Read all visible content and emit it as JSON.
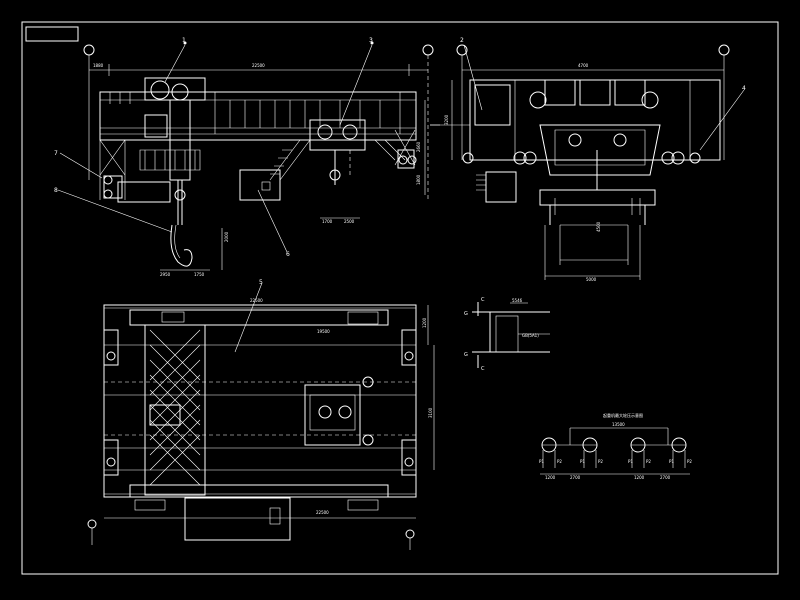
{
  "drawing": {
    "callouts": {
      "c1": "1",
      "c2": "2",
      "c3": "3",
      "c4": "4",
      "c5": "5",
      "c6": "6",
      "c7": "7",
      "c8": "8"
    },
    "side_view": {
      "span_dim": "22500",
      "left_end_dim": "1880",
      "hook_dim_a": "2950",
      "hook_dim_b": "1750",
      "trolley_dim_a": "1700",
      "trolley_dim_b": "2500",
      "height_dim_a": "2660",
      "height_dim_b": "1800",
      "hook_height": "2000"
    },
    "end_view": {
      "top_dim": "4700",
      "left_height": "3200",
      "gauge_dim": "4500",
      "track_dim": "5000"
    },
    "plan_view": {
      "top_dim": "22500",
      "inner_dim": "19500",
      "bottom_dim": "22500",
      "right_dim_a": "1200",
      "right_dim_b": "3100"
    },
    "section_detail": {
      "top_label": "C",
      "bottom_label": "C",
      "side_top": "G",
      "side_bottom": "G",
      "tag_a": "5546",
      "tag_b": "GB(5A1)"
    },
    "wheel_loads": {
      "title": "起重机最大轮压示意图",
      "span": "13500",
      "labels": [
        "P1",
        "P2",
        "P1",
        "P2",
        "P1",
        "P2",
        "P1",
        "P2"
      ],
      "gaps": [
        "1200",
        "2700",
        "1200",
        "2700"
      ]
    }
  }
}
